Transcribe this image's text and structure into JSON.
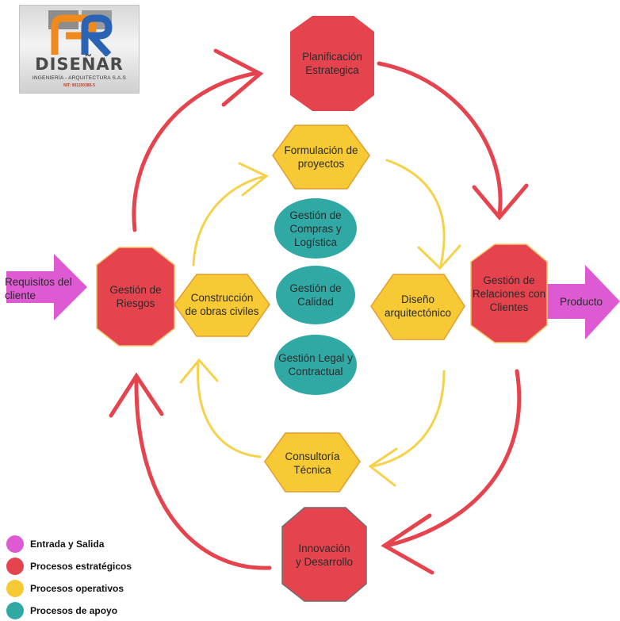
{
  "logo": {
    "name": "DISEÑAR",
    "tagline": "INGENIERÍA - ARQUITECTURA S.A.S",
    "nit": "NIT: 901150385-5"
  },
  "colors": {
    "entrada_salida": "#de5ad3",
    "estrategicos": "#e5444f",
    "operativos": "#f7c934",
    "apoyo": "#30a9a5",
    "arrow_red": "#e5444f",
    "arrow_yellow": "#f6d24a"
  },
  "nodes": {
    "planificacion": "Planificación\nEstrategica",
    "formulacion": "Formulación de\nproyectos",
    "compras": "Gestión de\nCompras y\nLogística",
    "calidad": "Gestión de\nCalidad",
    "legal": "Gestión Legal y\nContractual",
    "riesgos": "Gestión de\nRiesgos",
    "construccion": "Construcción\nde obras civiles",
    "diseno": "Diseño\narquitectónico",
    "relaciones": "Gestión de\nRelaciones con\nClientes",
    "consultoria": "Consultoría\nTécnica",
    "innovacion": "Innovación\ny Desarrollo",
    "requisitos": "Requisitos del\ncliente",
    "producto": "Producto"
  },
  "legend": [
    {
      "label": "Entrada y Salida",
      "color": "#de5ad3"
    },
    {
      "label": "Procesos estratégicos",
      "color": "#e5444f"
    },
    {
      "label": "Procesos operativos",
      "color": "#f7c934"
    },
    {
      "label": "Procesos de apoyo",
      "color": "#30a9a5"
    }
  ]
}
